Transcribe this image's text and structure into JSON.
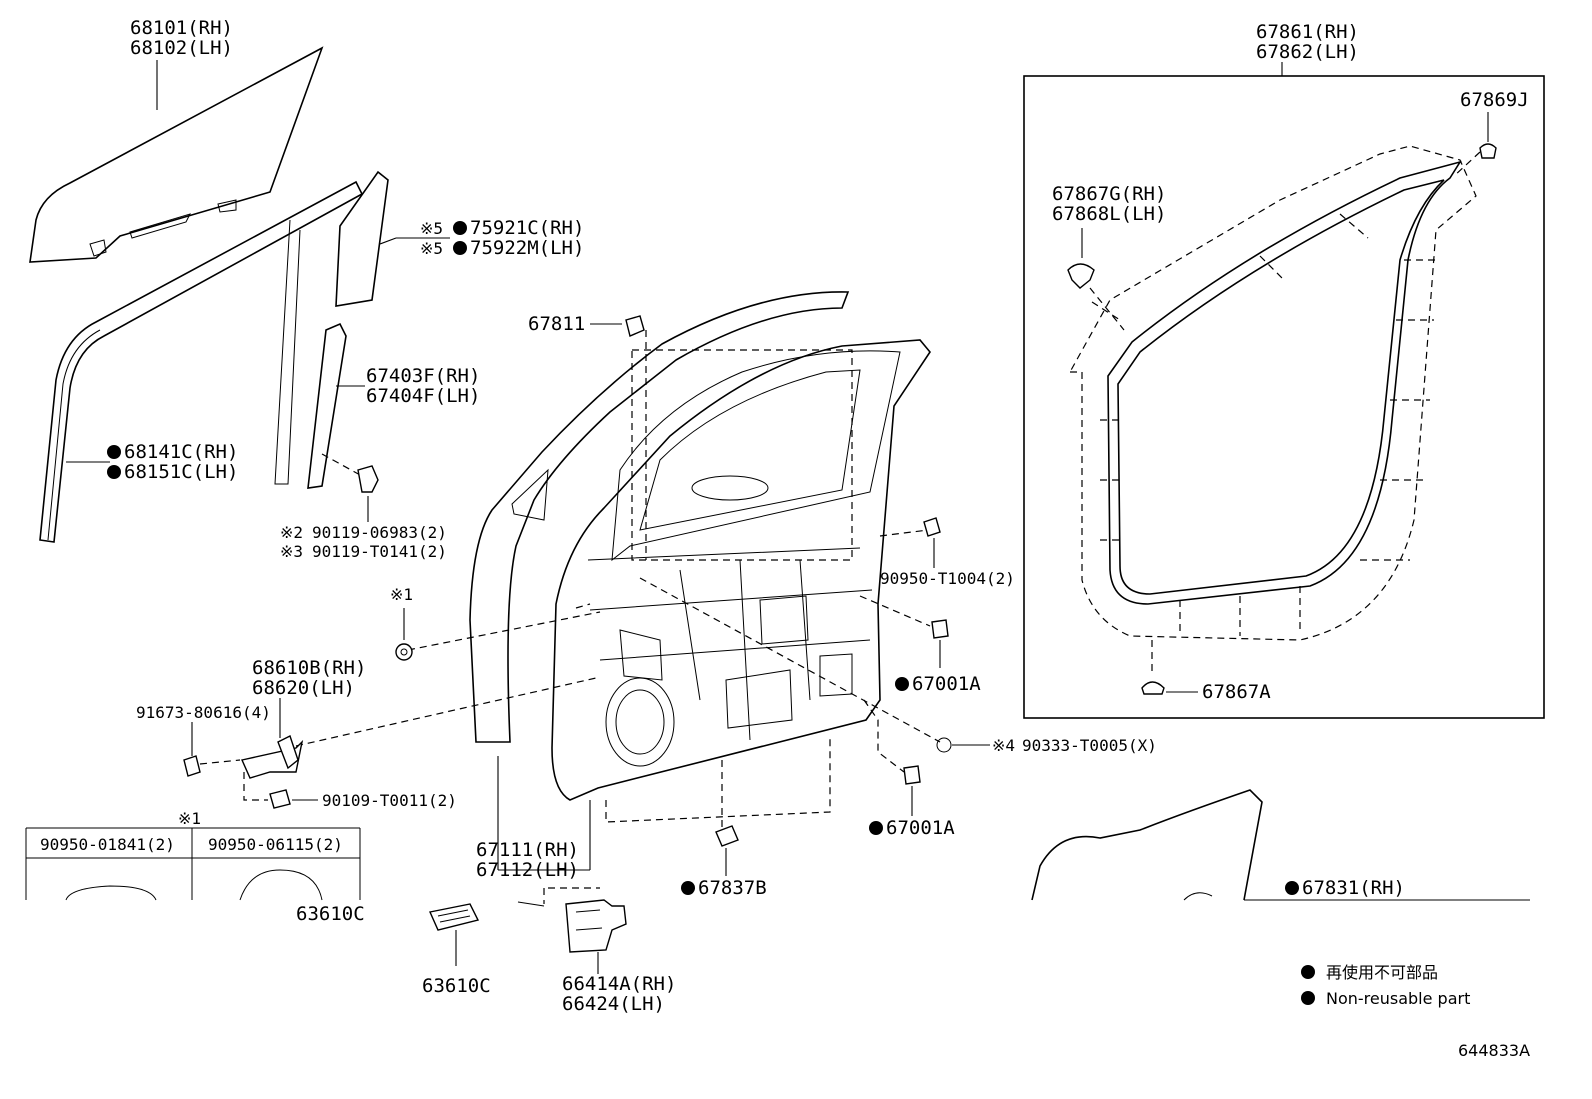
{
  "labels": {
    "glass_rh": "68101(RH)",
    "glass_lh": "68102(LH)",
    "run_rh": "68141C(RH)",
    "run_lh": "68151C(LH)",
    "garnish_rh": "75921C(RH)",
    "garnish_lh": "75922M(LH)",
    "garnish_note": "※5",
    "channel_rh": "67403F(RH)",
    "channel_lh": "67404F(LH)",
    "bolt2_mark": "※2",
    "bolt2": "90119-06983(2)",
    "bolt3_mark": "※3",
    "bolt3": "90119-T0141(2)",
    "cushion": "67811",
    "clip_1004": "90950-T1004(2)",
    "mark1": "※1",
    "plug_a1": "67001A",
    "plug_a2": "67001A",
    "plug_mark4": "※4",
    "plug_0005": "90333-T0005(X)",
    "check_rh": "68610B(RH)",
    "check_lh": "68620(LH)",
    "bolt_91673": "91673-80616(4)",
    "bolt_90109": "90109-T0011(2)",
    "panel_rh": "67111(RH)",
    "panel_lh": "67112(LH)",
    "cover_b": "67837B",
    "spk_63610_a": "63610C",
    "spk_63610_b": "63610C",
    "hinge_rh": "66414A(RH)",
    "hinge_lh": "66424(LH)",
    "wstrip_rh": "67861(RH)",
    "wstrip_lh": "67862(LH)",
    "clip_869": "67869J",
    "clip_867g": "67867G(RH)",
    "clip_868l": "67868L(LH)",
    "clip_867a": "67867A",
    "seal_831": "67831(RH)"
  },
  "inset_table": {
    "mark": "※1",
    "col1": "90950-01841(2)",
    "col2": "90950-06115(2)"
  },
  "legend": {
    "jp": "再使用不可部品",
    "en": "Non-reusable part"
  },
  "diagram_id": "644833A"
}
